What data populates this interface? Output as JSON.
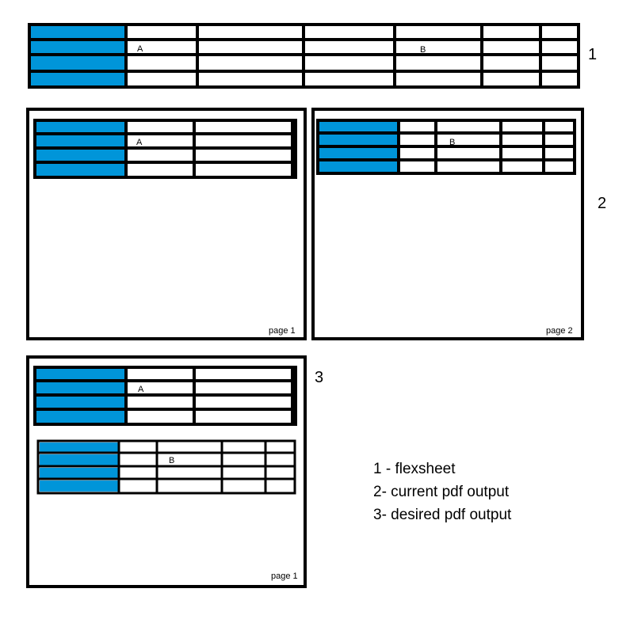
{
  "colors": {
    "label_column": "#0095d9",
    "border": "#000000",
    "background": "#ffffff"
  },
  "labels": {
    "flexsheet_number": "1",
    "current_output_number": "2",
    "desired_output_number": "3",
    "page_1": "page 1",
    "page_2": "page 2"
  },
  "cells": {
    "a": "A",
    "b": "B"
  },
  "legend": [
    "1 - flexsheet",
    "2- current pdf output",
    "3- desired pdf output"
  ]
}
